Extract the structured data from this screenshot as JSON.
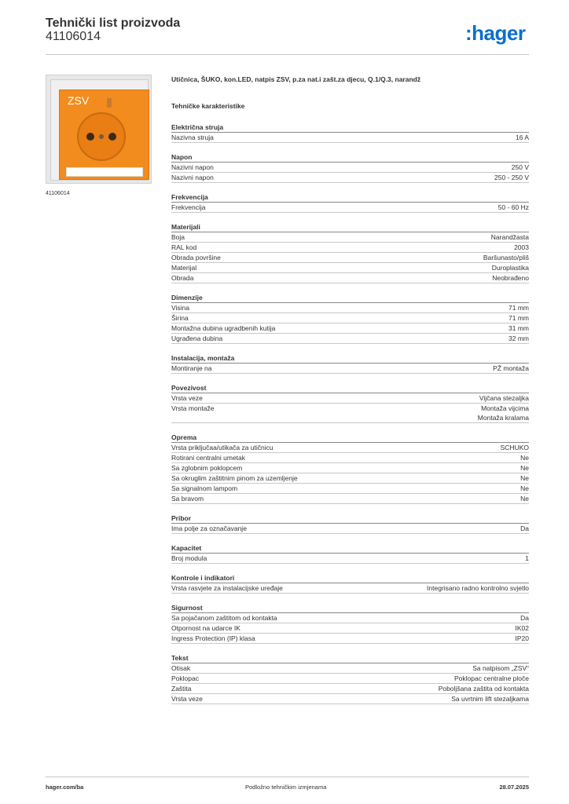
{
  "header": {
    "title": "Tehnički list proizvoda",
    "product_code": "41106014",
    "logo": ":hager",
    "logo_color": "#0a6fd0"
  },
  "product": {
    "image_text": "ZSV",
    "image_caption": "41106014",
    "plate_color": "#f28c1e",
    "description": "Utičnica, ŠUKO, kon.LED, natpis ZSV, p.za nat.i zašt.za djecu, Q.1/Q.3, narandž"
  },
  "tech_heading": "Tehničke karakteristike",
  "sections": [
    {
      "title": "Električna struja",
      "rows": [
        [
          "Nazivna struja",
          "16 A"
        ]
      ]
    },
    {
      "title": "Napon",
      "rows": [
        [
          "Nazivni napon",
          "250 V"
        ],
        [
          "Nazivni napon",
          "250 - 250 V"
        ]
      ]
    },
    {
      "title": "Frekvencija",
      "rows": [
        [
          "Frekvencija",
          "50 - 60 Hz"
        ]
      ]
    },
    {
      "title": "Materijali",
      "rows": [
        [
          "Boja",
          "Narandžasta"
        ],
        [
          "RAL kod",
          "2003"
        ],
        [
          "Obrada površine",
          "Baršunasto/pliš"
        ],
        [
          "Materijal",
          "Duroplastika"
        ],
        [
          "Obrada",
          "Neobrađeno"
        ]
      ]
    },
    {
      "title": "Dimenzije",
      "rows": [
        [
          "Visina",
          "71 mm"
        ],
        [
          "Širina",
          "71 mm"
        ],
        [
          "Montažna dubina ugradbenih kutija",
          "31 mm"
        ],
        [
          "Ugrađena dubina",
          "32 mm"
        ]
      ]
    },
    {
      "title": "Instalacija, montaža",
      "rows": [
        [
          "Montiranje na",
          "PŽ montaža"
        ]
      ]
    },
    {
      "title": "Povezivost",
      "rows": [
        [
          "Vrsta veze",
          "Vijčana stezaljka"
        ],
        [
          "Vrsta montaže",
          "Montaža vijcima\nMontaža kralama"
        ]
      ]
    },
    {
      "title": "Oprema",
      "rows": [
        [
          "Vrsta priključaa/utikača za utičnicu",
          "SCHUKO"
        ],
        [
          "Rotirani centralni umetak",
          "Ne"
        ],
        [
          "Sa zglobnim poklopcem",
          "Ne"
        ],
        [
          "Sa okruglim zaštitnim pinom za uzemljenje",
          "Ne"
        ],
        [
          "Sa signalnom lampom",
          "Ne"
        ],
        [
          "Sa bravom",
          "Ne"
        ]
      ]
    },
    {
      "title": "Pribor",
      "rows": [
        [
          "Ima polje za označavanje",
          "Da"
        ]
      ]
    },
    {
      "title": "Kapacitet",
      "rows": [
        [
          "Broj modula",
          "1"
        ]
      ]
    },
    {
      "title": "Kontrole i indikatori",
      "rows": [
        [
          "Vrsta rasvjete za instalacijske uređaje",
          "Integrisano radno kontrolno svjetlo"
        ]
      ]
    },
    {
      "title": "Sigurnost",
      "rows": [
        [
          "Sa pojačanom zaštitom od kontakta",
          "Da"
        ],
        [
          "Otpornost na udarce IK",
          "IK02"
        ],
        [
          "Ingress Protection (IP) klasa",
          "IP20"
        ]
      ]
    },
    {
      "title": "Tekst",
      "rows": [
        [
          "Otisak",
          "Sa natpisom „ZSV“"
        ],
        [
          "Poklopac",
          "Poklopac centralne ploče"
        ],
        [
          "Zaštita",
          "Poboljšana zaštita od kontakta"
        ],
        [
          "Vrsta veze",
          "Sa uvrtnim lift stezaljkama"
        ]
      ]
    }
  ],
  "footer": {
    "website": "hager.com/ba",
    "note": "Podložno tehničkim izmjenama",
    "date": "28.07.2025"
  }
}
